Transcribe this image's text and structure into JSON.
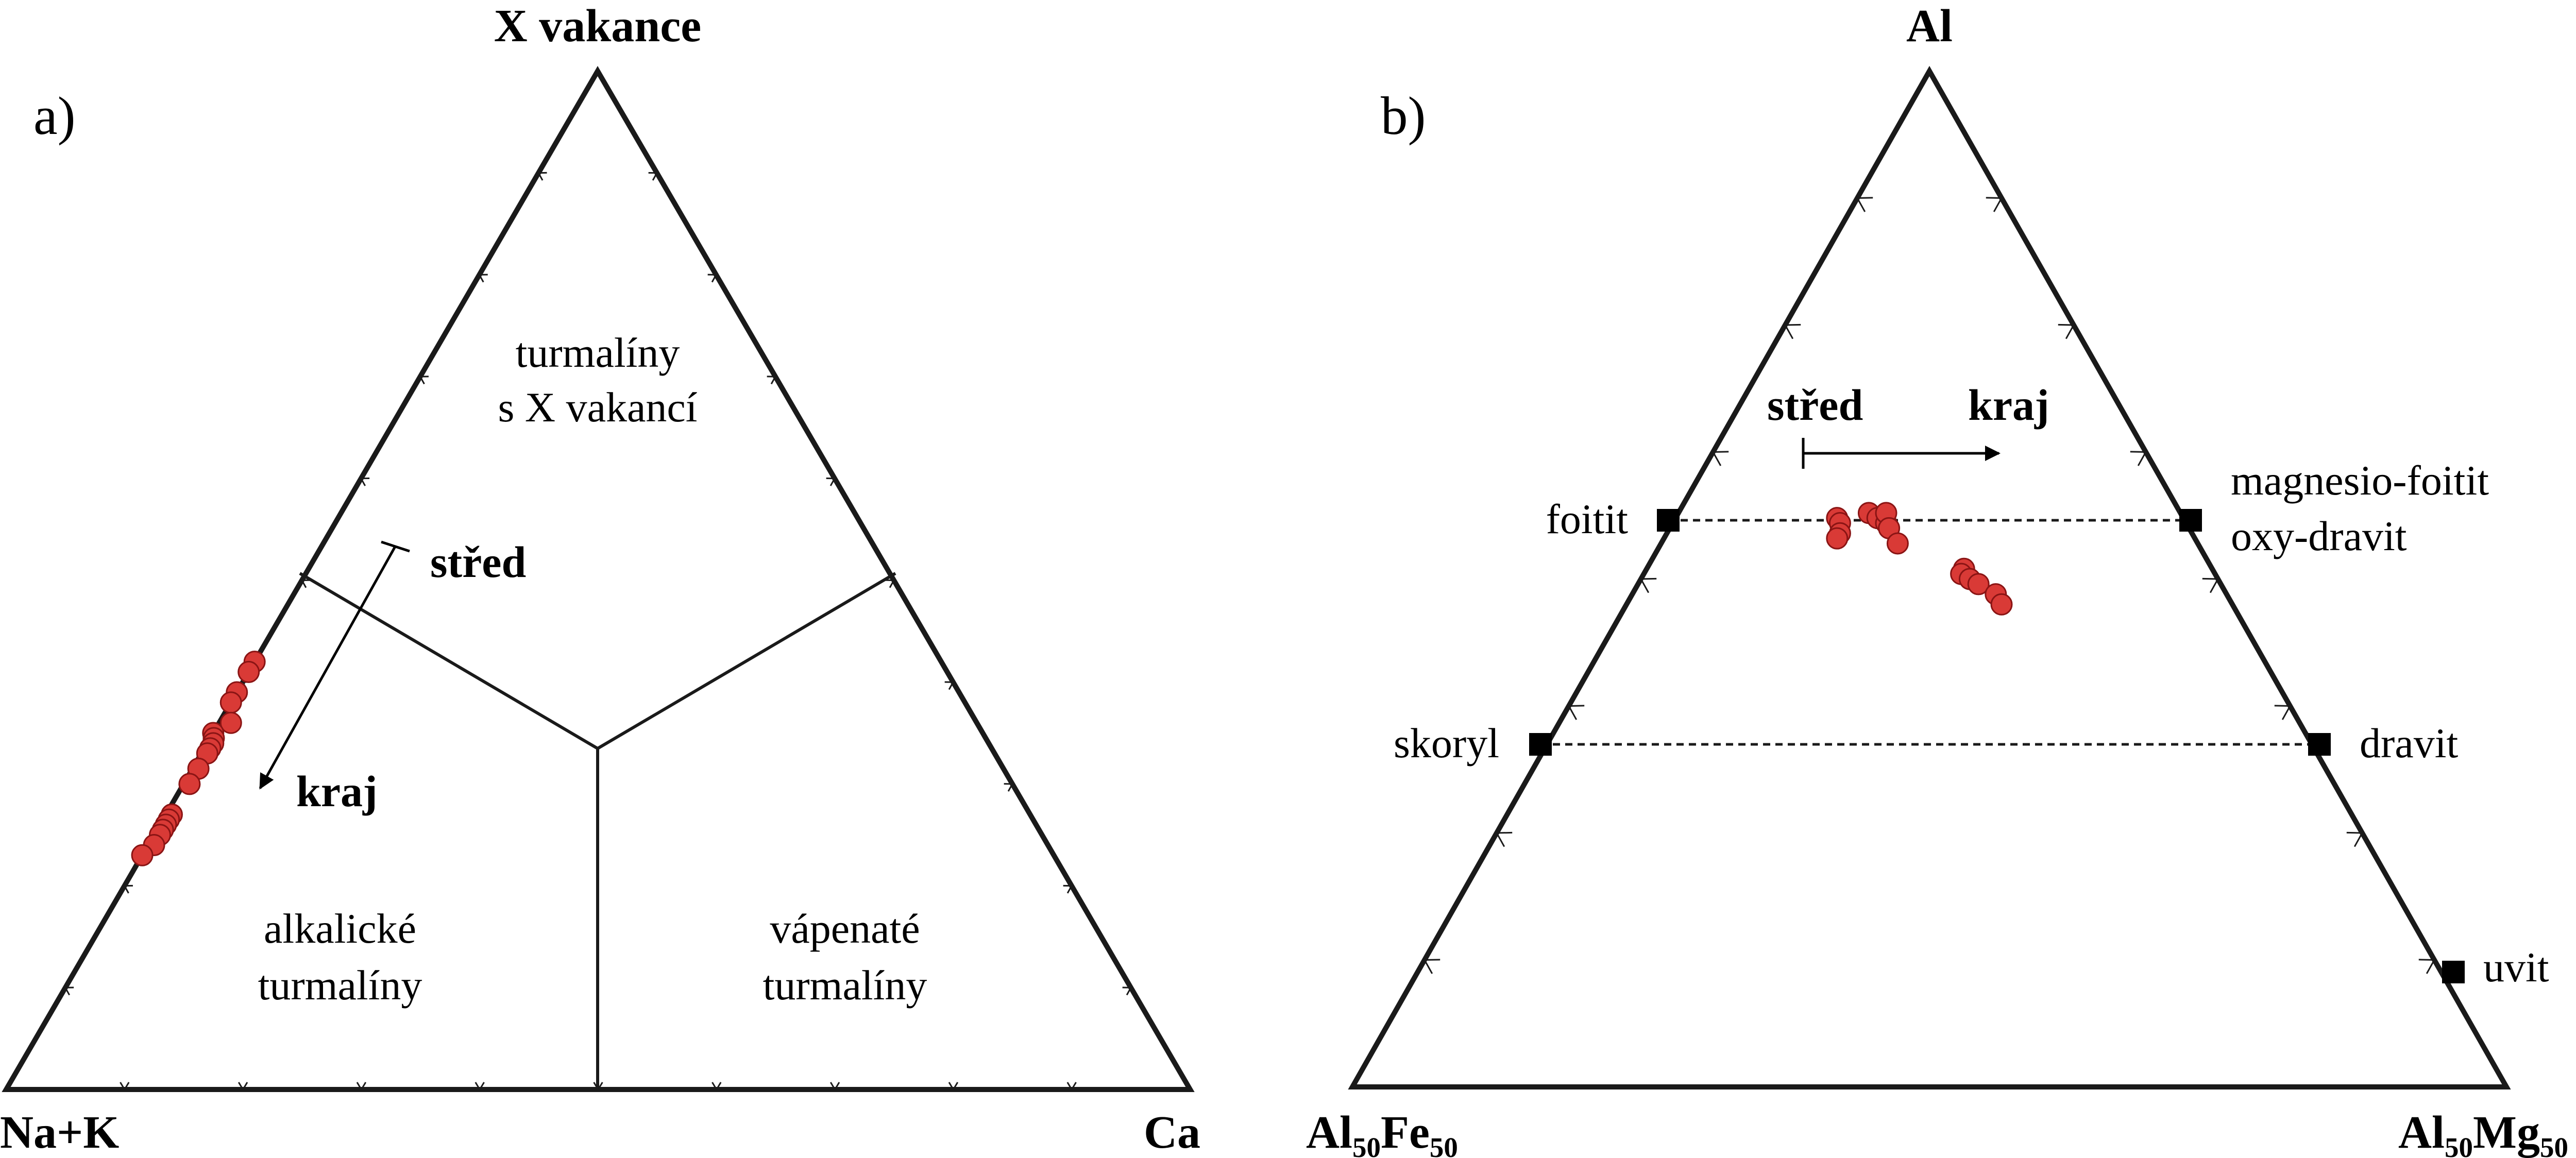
{
  "panel_a": {
    "panel_label": "a)",
    "apex_top": "X vakance",
    "apex_left": "Na+K",
    "apex_right": "Ca",
    "field_vacancy": [
      "turmalíny",
      "s X vakancí"
    ],
    "field_alkali": [
      "alkalické",
      "turmalíny"
    ],
    "field_calcic": [
      "vápenaté",
      "turmalíny"
    ],
    "arrow_start": "střed",
    "arrow_end": "kraj"
  },
  "panel_b": {
    "panel_label": "b)",
    "apex_top": "Al",
    "apex_left": {
      "base": "Al",
      "s1": "50",
      "mid": "Fe",
      "s2": "50"
    },
    "apex_right": {
      "base": "Al",
      "s1": "50",
      "mid": "Mg",
      "s2": "50"
    },
    "end_members": {
      "foitit": "foitit",
      "magnesio_foitit": "magnesio-foitit",
      "oxy_dravit": "oxy-dravit",
      "skoryl": "skoryl",
      "dravit": "dravit",
      "uvit": "uvit"
    },
    "arrow_start": "střed",
    "arrow_end": "kraj"
  },
  "chart_data": [
    {
      "type": "scatter",
      "subtype": "ternary",
      "title": "",
      "vertices": [
        "X vakance",
        "Na+K",
        "Ca"
      ],
      "fields": [
        "turmalíny s X vakancí",
        "alkalické turmalíny",
        "vápenaté turmalíny"
      ],
      "zoning_arrow": [
        "střed",
        "kraj"
      ],
      "series": [
        {
          "points": [
            {
              "vac": 0.42,
              "nak": 0.58,
              "ca": 0.0
            },
            {
              "vac": 0.41,
              "nak": 0.59,
              "ca": 0.0
            },
            {
              "vac": 0.39,
              "nak": 0.61,
              "ca": 0.0
            },
            {
              "vac": 0.38,
              "nak": 0.62,
              "ca": 0.0
            },
            {
              "vac": 0.36,
              "nak": 0.63,
              "ca": 0.01
            },
            {
              "vac": 0.35,
              "nak": 0.65,
              "ca": 0.0
            },
            {
              "vac": 0.345,
              "nak": 0.652,
              "ca": 0.003
            },
            {
              "vac": 0.34,
              "nak": 0.655,
              "ca": 0.005
            },
            {
              "vac": 0.335,
              "nak": 0.66,
              "ca": 0.005
            },
            {
              "vac": 0.33,
              "nak": 0.665,
              "ca": 0.005
            },
            {
              "vac": 0.315,
              "nak": 0.68,
              "ca": 0.005
            },
            {
              "vac": 0.3,
              "nak": 0.695,
              "ca": 0.005
            },
            {
              "vac": 0.27,
              "nak": 0.725,
              "ca": 0.005
            },
            {
              "vac": 0.265,
              "nak": 0.73,
              "ca": 0.005
            },
            {
              "vac": 0.26,
              "nak": 0.735,
              "ca": 0.005
            },
            {
              "vac": 0.255,
              "nak": 0.74,
              "ca": 0.005
            },
            {
              "vac": 0.25,
              "nak": 0.745,
              "ca": 0.005
            },
            {
              "vac": 0.24,
              "nak": 0.755,
              "ca": 0.005
            },
            {
              "vac": 0.23,
              "nak": 0.77,
              "ca": 0.0
            }
          ]
        }
      ]
    },
    {
      "type": "scatter",
      "subtype": "ternary",
      "title": "",
      "vertices": [
        "Al",
        "Al50Fe50",
        "Al50Mg50"
      ],
      "end_members": [
        "foitit",
        "magnesio-foitit",
        "oxy-dravit",
        "skoryl",
        "dravit",
        "uvit"
      ],
      "zoning_arrow": [
        "střed",
        "kraj"
      ],
      "series": [
        {
          "points": [
            {
              "al": 0.56,
              "fe": 0.3,
              "mg": 0.14
            },
            {
              "al": 0.555,
              "fe": 0.3,
              "mg": 0.145
            },
            {
              "al": 0.545,
              "fe": 0.305,
              "mg": 0.15
            },
            {
              "al": 0.54,
              "fe": 0.31,
              "mg": 0.15
            },
            {
              "al": 0.565,
              "fe": 0.27,
              "mg": 0.165
            },
            {
              "al": 0.56,
              "fe": 0.265,
              "mg": 0.175
            },
            {
              "al": 0.555,
              "fe": 0.26,
              "mg": 0.185
            },
            {
              "al": 0.565,
              "fe": 0.255,
              "mg": 0.18
            },
            {
              "al": 0.55,
              "fe": 0.26,
              "mg": 0.19
            },
            {
              "al": 0.535,
              "fe": 0.26,
              "mg": 0.205
            },
            {
              "al": 0.51,
              "fe": 0.215,
              "mg": 0.275
            },
            {
              "al": 0.505,
              "fe": 0.22,
              "mg": 0.275
            },
            {
              "al": 0.5,
              "fe": 0.215,
              "mg": 0.285
            },
            {
              "al": 0.495,
              "fe": 0.21,
              "mg": 0.295
            },
            {
              "al": 0.485,
              "fe": 0.2,
              "mg": 0.315
            },
            {
              "al": 0.475,
              "fe": 0.2,
              "mg": 0.325
            }
          ]
        }
      ]
    }
  ]
}
